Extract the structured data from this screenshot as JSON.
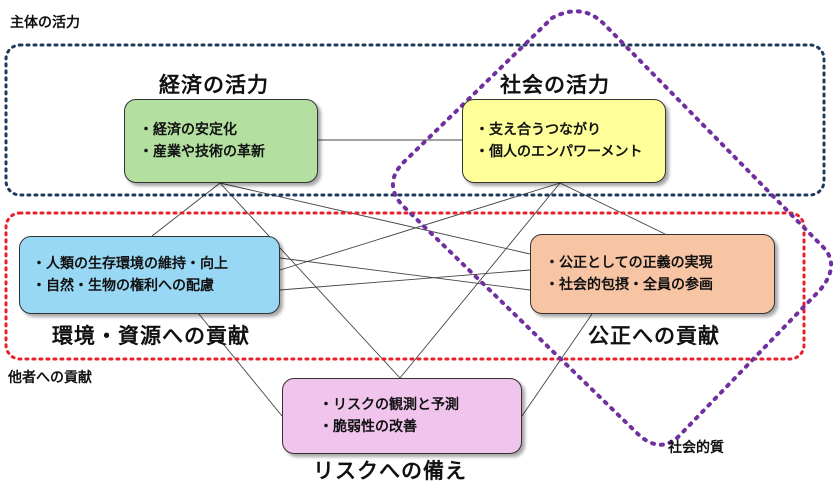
{
  "group_labels": {
    "subject": "主体の活力",
    "others": "他者への貢献",
    "social_quality": "社会的質"
  },
  "headings": {
    "economic": "経済の活力",
    "social": "社会の活力",
    "environment": "環境・資源への貢献",
    "equity": "公正への貢献",
    "risk": "リスクへの備え"
  },
  "boxes": {
    "economic": [
      "・経済の安定化",
      "・産業や技術の革新"
    ],
    "social": [
      "・支え合うつながり",
      "・個人のエンパワーメント"
    ],
    "environment": [
      "・人類の生存環境の維持・向上",
      "・自然・生物の権利への配慮"
    ],
    "equity": [
      "・公正としての正義の実現",
      "・社会的包摂・全員の参画"
    ],
    "risk": [
      "・リスクの観測と予測",
      "・脆弱性の改善"
    ]
  },
  "colors": {
    "economic_fill": "#b3e0a0",
    "social_fill": "#ffff99",
    "environment_fill": "#99d8f5",
    "equity_fill": "#f7c4a4",
    "risk_fill": "#f0c4ec",
    "subject_border": "#1e3a5a",
    "others_border": "#e8202a",
    "social_quality_border": "#7030a0",
    "connector": "#444444"
  }
}
